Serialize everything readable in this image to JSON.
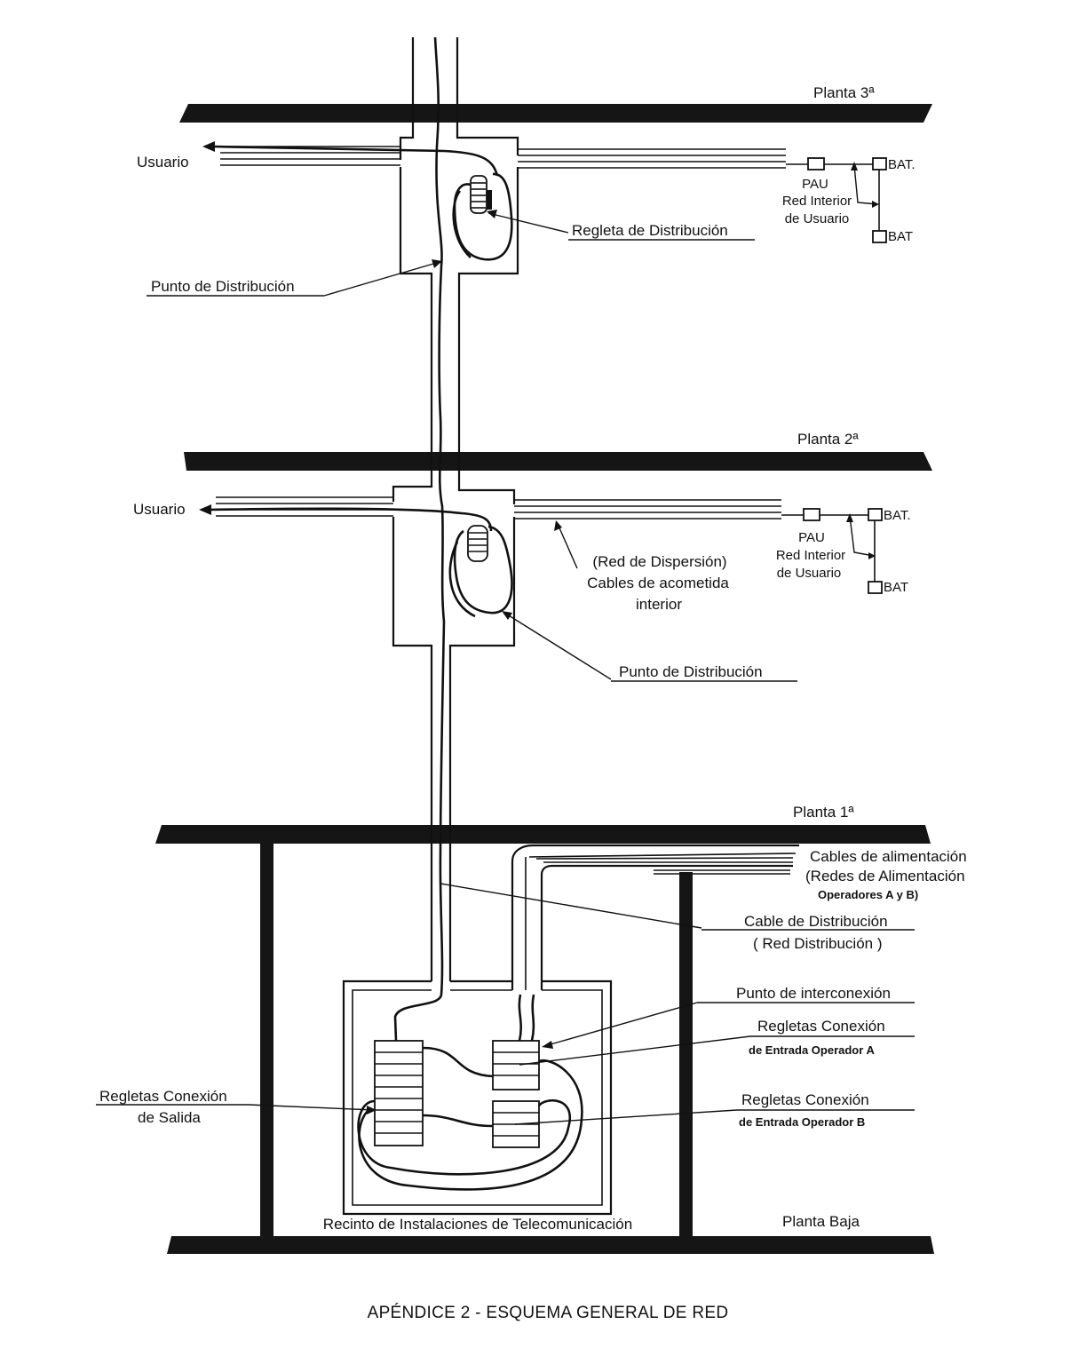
{
  "floors": {
    "planta3": "Planta 3ª",
    "planta2": "Planta 2ª",
    "planta1": "Planta 1ª",
    "planta_baja": "Planta Baja"
  },
  "labels": {
    "usuario": "Usuario",
    "pau": "PAU",
    "red_interior": "Red Interior",
    "de_usuario": "de Usuario",
    "bat_dot": "BAT.",
    "bat": "BAT",
    "regleta_distribucion": "Regleta de Distribución",
    "punto_distribucion": "Punto de Distribución",
    "red_dispersion": "(Red de Dispersión)",
    "cables_acometida": "Cables de acometida",
    "interior": "interior",
    "cables_alimentacion": "Cables de alimentación",
    "redes_alimentacion": "(Redes de Alimentación",
    "operadores": "Operadores A y B)",
    "cable_distribucion": "Cable de Distribución",
    "red_distribucion": "( Red Distribución )",
    "punto_interconexion": "Punto de interconexión",
    "regletas_conexion": "Regletas Conexión",
    "entrada_a": "de Entrada Operador A",
    "entrada_b": "de Entrada Operador B",
    "regletas_conexion_salida": "Regletas Conexión",
    "de_salida": "de Salida",
    "recinto": "Recinto de Instalaciones de Telecomunicación"
  },
  "caption": "APÉNDICE 2 - ESQUEMA GENERAL DE RED"
}
